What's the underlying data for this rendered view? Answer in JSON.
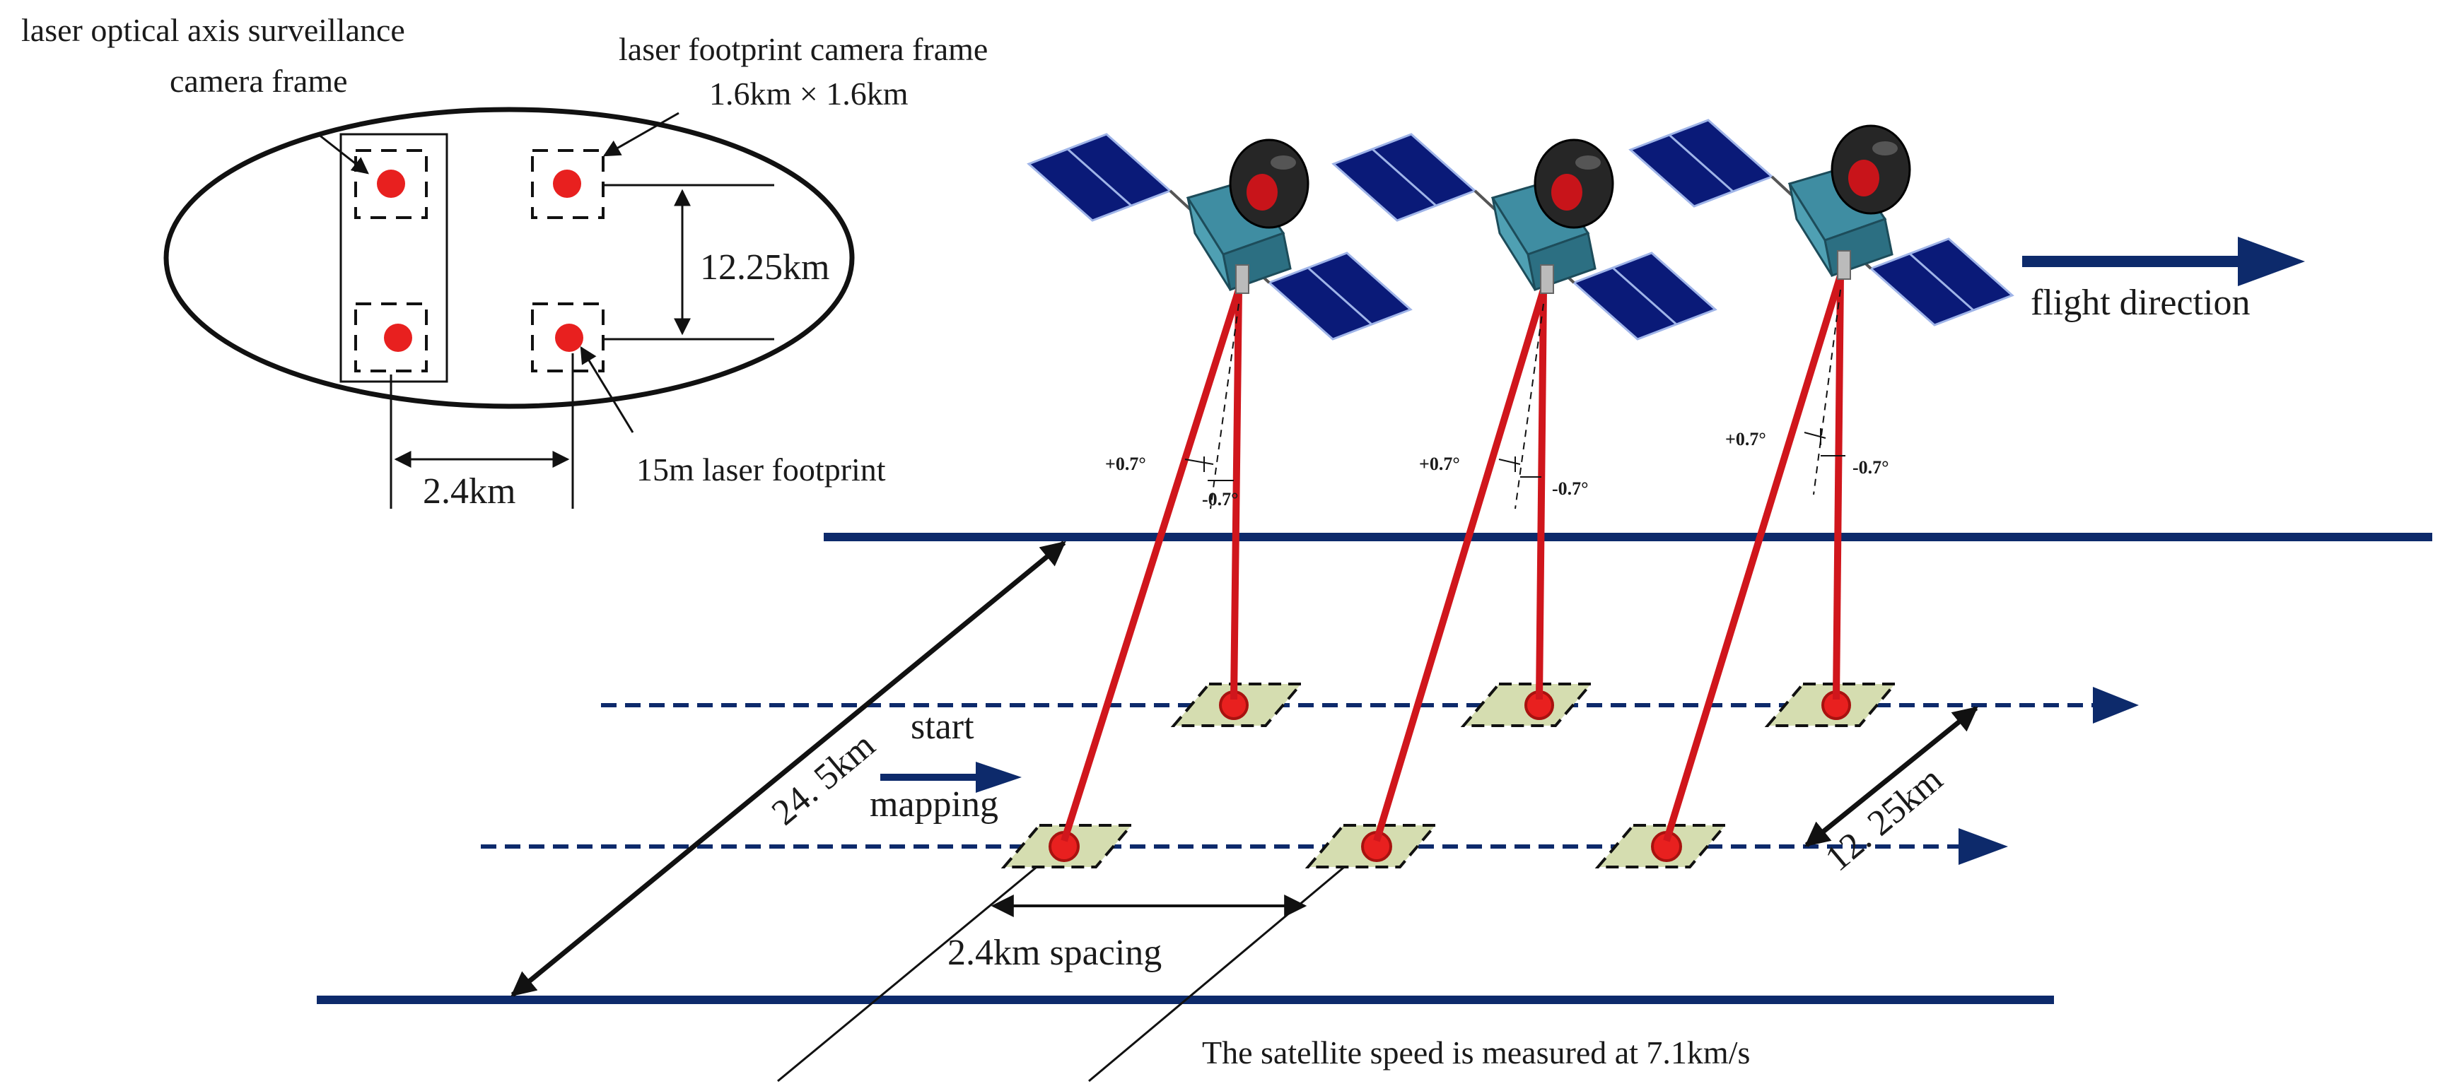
{
  "inset": {
    "axis_camera_label_line1": "laser optical axis surveillance",
    "axis_camera_label_line2": "camera frame",
    "footprint_camera_label_line1": "laser footprint  camera frame",
    "footprint_camera_label_line2": "1.6km × 1.6km",
    "vertical_spacing": "12.25km",
    "horizontal_spacing": "2.4km",
    "laser_footprint_label": "15m laser footprint"
  },
  "main": {
    "flight_direction": "flight direction",
    "swath_width": "24. 5km",
    "track_spacing": "12. 25km",
    "start_mapping_line1": "start",
    "start_mapping_line2": "mapping",
    "along_track_spacing": "2.4km spacing",
    "speed_note": "The satellite speed is measured at 7.1km/s"
  },
  "satellites": [
    {
      "pos_angle": "+0.7°",
      "neg_angle": "-0.7°"
    },
    {
      "pos_angle": "+0.7°",
      "neg_angle": "-0.7°"
    },
    {
      "pos_angle": "+0.7°",
      "neg_angle": "-0.7°"
    }
  ],
  "colors": {
    "navy": "#0d2a6b",
    "beam": "#d0161c",
    "footprint_dot": "#e8201f",
    "footprint_patch": "#d5ddb0",
    "panel": "#0a1a78",
    "bus": "#3f8da2"
  },
  "icons": {
    "satellite": "satellite-icon",
    "arrow": "arrow-right-icon"
  }
}
